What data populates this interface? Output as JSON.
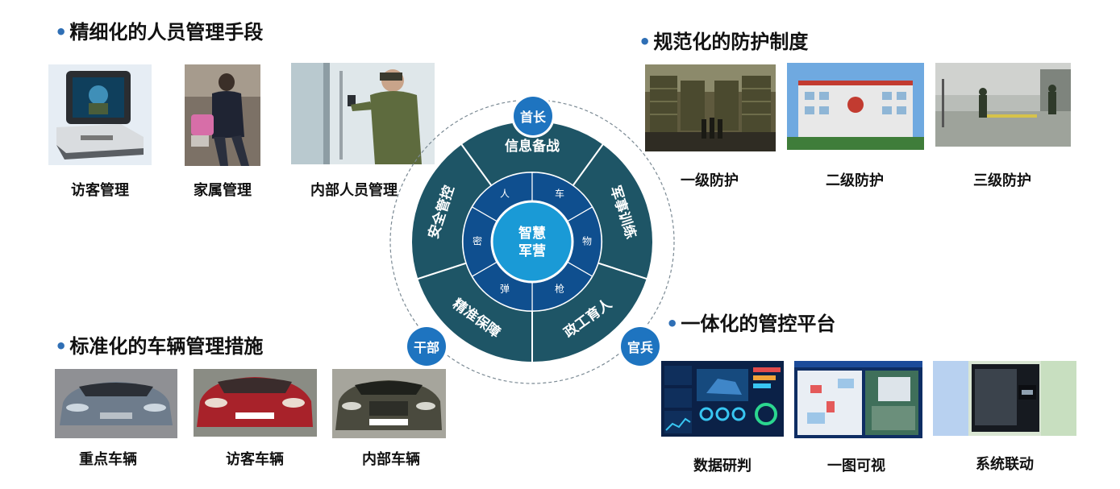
{
  "sections": {
    "personnel": {
      "title": "精细化的人员管理手段",
      "items": [
        "访客管理",
        "家属管理",
        "内部人员管理"
      ]
    },
    "protection": {
      "title": "规范化的防护制度",
      "items": [
        "一级防护",
        "二级防护",
        "三级防护"
      ],
      "sign_text": "[?]"
    },
    "vehicles": {
      "title": "标准化的车辆管理措施",
      "items": [
        "重点车辆",
        "访客车辆",
        "内部车辆"
      ]
    },
    "platform": {
      "title": "一体化的管控平台",
      "items": [
        "数据研判",
        "一图可视",
        "系统联动"
      ]
    }
  },
  "wheel": {
    "center_line1": "智慧",
    "center_line2": "军营",
    "outer_segments": [
      "信息备战",
      "军事训练",
      "政工育人",
      "精准保障",
      "安全管控"
    ],
    "inner_segments": [
      "人",
      "车",
      "物",
      "枪",
      "弹",
      "密"
    ],
    "roles": [
      "首长",
      "干部",
      "官兵"
    ],
    "colors": {
      "outer": "#1e5566",
      "inner": "#0f4f8f",
      "center": "#1a9ad6",
      "badge": "#1e74c0"
    }
  }
}
